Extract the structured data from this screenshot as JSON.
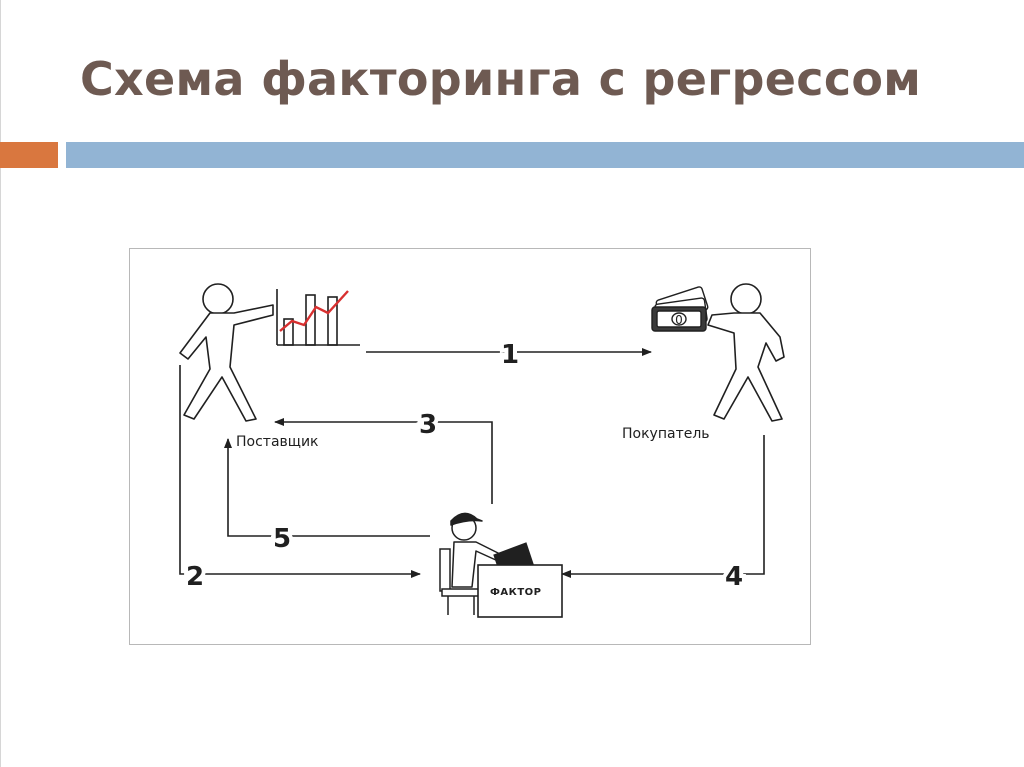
{
  "slide": {
    "title": "Схема факторинга с регрессом",
    "colors": {
      "title": "#6e5a52",
      "accent": "#d9773f",
      "band": "#92b4d4"
    }
  },
  "diagram": {
    "supplier_label": "Поставщик",
    "buyer_label": "Покупатель",
    "factor_label": "ФАКТОР",
    "banknote_symbol": "0",
    "steps": [
      "1",
      "2",
      "3",
      "4",
      "5"
    ],
    "icons": [
      "supplier-figure-icon",
      "growth-chart-icon",
      "buyer-figure-icon",
      "cash-stack-icon",
      "factor-person-icon",
      "desk-icon",
      "chair-icon",
      "computer-icon"
    ]
  }
}
